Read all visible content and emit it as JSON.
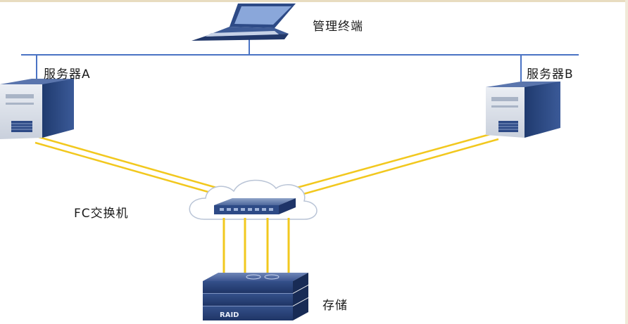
{
  "diagram": {
    "nodes": {
      "management": {
        "label": "管理终端",
        "icon": "laptop-icon"
      },
      "server_a": {
        "label": "服务器A",
        "icon": "server-icon"
      },
      "server_b": {
        "label": "服务器B",
        "icon": "server-icon"
      },
      "fc_switch": {
        "label": "FC交换机",
        "icon": "network-switch-icon"
      },
      "storage": {
        "label": "存储",
        "icon": "raid-storage-icon",
        "device_text": "RAID"
      }
    },
    "colors": {
      "ethernet": "#4a73c4",
      "fc_link": "#f2c81e",
      "device_blue": "#2d4a86",
      "device_light": "#d8dde6",
      "cloud": "#ffffff",
      "cloud_edge": "#b9c4d6"
    }
  }
}
